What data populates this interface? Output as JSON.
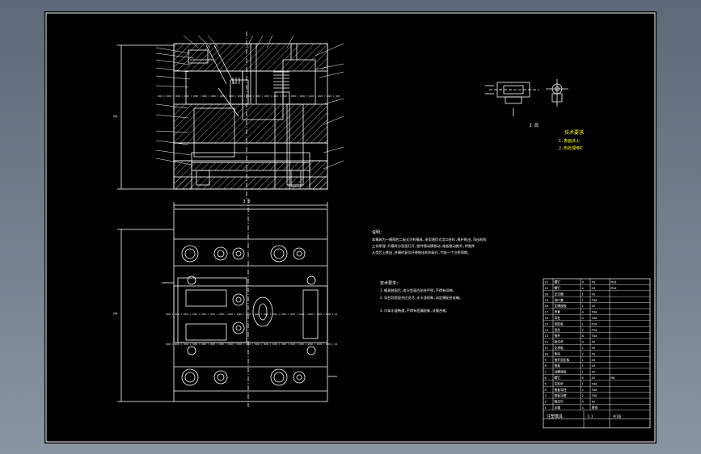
{
  "colors": {
    "background": "#000000",
    "line": "#ffffff",
    "highlight": "#ffff00",
    "viewport": "#6f7a89"
  },
  "drawing": {
    "section_view": {
      "dim_height": "3"
    },
    "plan_view": {
      "dim_height": "3",
      "dim_width": "3 0"
    },
    "detail": {
      "label": "I 局"
    },
    "notes_yellow": {
      "title": "技术要求",
      "lines": [
        "1.表面淬火",
        "2.热处理HRC"
      ]
    },
    "text_block_1": {
      "heading": "说明:",
      "lines": [
        "本模具为一模两腔二板式注射模具,采用潜伏式浇口进料,推杆推出,顶出机构",
        "工作原理:开模时分型面打开,塑件随动模移动,推板推动推杆,将塑件",
        "从型芯上推出,合模时复位杆使推出机构复位,完成一个注射周期。"
      ]
    },
    "text_block_2": {
      "heading": "技术要求:",
      "lines": [
        "1.模具装配后,各分型面应贴合严密,不得有间隙。",
        "2.导柱导套配合应灵活,无卡滞现象,动定模配合准确。",
        "3.冷却水道畅通,不得有泄漏现象,试模合格。"
      ]
    },
    "title_block": {
      "rows": [
        [
          "22",
          "螺钉",
          "4",
          "45",
          "M10"
        ],
        [
          "21",
          "螺钉",
          "4",
          "45",
          "M10"
        ],
        [
          "20",
          "定位圈",
          "1",
          "45",
          ""
        ],
        [
          "19",
          "浇口套",
          "1",
          "T8A",
          ""
        ],
        [
          "18",
          "定模座板",
          "1",
          "45",
          ""
        ],
        [
          "17",
          "导套",
          "4",
          "T8A",
          ""
        ],
        [
          "16",
          "导柱",
          "4",
          "T8A",
          ""
        ],
        [
          "15",
          "型腔板",
          "1",
          "P20",
          ""
        ],
        [
          "14",
          "型芯",
          "2",
          "P20",
          ""
        ],
        [
          "13",
          "推杆",
          "8",
          "T8A",
          ""
        ],
        [
          "12",
          "复位杆",
          "4",
          "45",
          ""
        ],
        [
          "11",
          "支承板",
          "1",
          "45",
          ""
        ],
        [
          "10",
          "垫块",
          "2",
          "45",
          ""
        ],
        [
          "9",
          "推杆固定板",
          "1",
          "45",
          ""
        ],
        [
          "8",
          "推板",
          "1",
          "45",
          ""
        ],
        [
          "7",
          "动模座板",
          "1",
          "45",
          ""
        ],
        [
          "6",
          "螺钉",
          "6",
          "45",
          "M8"
        ],
        [
          "5",
          "拉料杆",
          "1",
          "T8A",
          ""
        ],
        [
          "4",
          "推板导柱",
          "2",
          "T8A",
          ""
        ],
        [
          "3",
          "推板导套",
          "2",
          "T8A",
          ""
        ],
        [
          "2",
          "限位钉",
          "4",
          "45",
          ""
        ],
        [
          "1",
          "水嘴",
          "4",
          "黄铜",
          ""
        ]
      ],
      "footer": {
        "title": "注塑模具",
        "scale": "1:1",
        "sheet": "共1张"
      }
    }
  }
}
